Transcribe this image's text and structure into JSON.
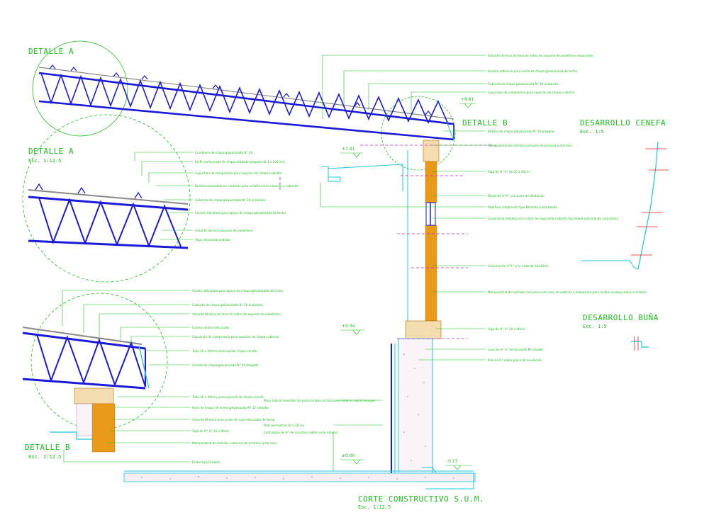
{
  "titles": {
    "detalle_a_top": "DETALLE A",
    "detalle_a_mid": "DETALLE A",
    "detalle_a_mid_scale": "Esc. 1:12.5",
    "detalle_b_left": "DETALLE B",
    "detalle_b_left_scale": "Esc. 1:12.5",
    "detalle_b_right": "DETALLE B",
    "desarrollo_cenefa": "DESARROLLO CENEFA",
    "desarrollo_cenefa_scale": "Esc. 1:5",
    "desarrollo_buna": "DESARROLLO BUÑA",
    "desarrollo_buna_scale": "Esc. 1:5",
    "corte": "CORTE CONSTRUCTIVO S.U.M.",
    "corte_scale": "Esc. 1:12.5"
  },
  "levels": {
    "l1": "+8.81",
    "l2": "+7.41",
    "l3": "+5.34",
    "l4": "±0.00",
    "l5": "-0.17"
  },
  "notes_main": [
    "Aislante térmico de lana de vidrio de espuma de polietileno expandido",
    "Burlete adhesivo para unión de chapa galvanizada de techo",
    "Cubierta de chapa galvanizada N° 26 ondulada",
    "Capuchón de compresión para sujeción de chapa cubierta",
    "Babeta de chapa galvanizada N° 20 plegada",
    "Mampostería de ladrillos comunes de primera junta rasa",
    "Viga de H° A° de 20 x 40cm",
    "Dintel de H°A° con junta de dilatación",
    "Abertura compuesta tipo Batiente junto banda",
    "Carpintería metálica con vidrio de seguridad cubierta tipo doble aplicado de carpintería",
    "Columna de H°A° s/ la vista de 30x30cm",
    "Mampostería de ladrillos comunes junta rasa en exterior a elaborarse para recibir revoque sobre el interior",
    "Viga de H° A° 20 x 40cm",
    "Losa de H° A° terminación Nº alisado",
    "Piso de H° sobre placa de nivelación"
  ],
  "notes_a": [
    "Cumbrera de chapa galvanizada N° 20",
    "Perfil conformado de chapa doblada plegada de 3 x 100 mm",
    "Capuchón de compresión para sujeción de chapa cubierta",
    "Burlete expandido en contacto para sellado entre cubierta y cabriada",
    "Cubierta de chapa galvanizada N° 26 ondulada",
    "Correa reticulada para apoyo de chapa galvanizada de techo",
    "Aislante térmico espuma de polietileno",
    "Viga reticulada soldada"
  ],
  "notes_b": [
    "Correa reticulada para apoyo de chapa galvanizada de techo",
    "Cubierta de chapa galvanizada N° 26 ondulada",
    "Aislante térmico de lana de vidrio de espuma de polietileno",
    "Correa central reticulada",
    "Capuchón de compresión para sujeción de chapa cubierta",
    "Tubo 20 x 40mm para sujetar chapa cenefa",
    "Cenefa de chapa galvanizada N° 24 plegada",
    "Tubo 20 x 40mm para sujeción de chapa cenefa",
    "Base de chapa de acero galvanizado N° 12 soldada",
    "Aislante térmico para unión de viga reticulada de techo",
    "Viga de H° A° 20 x 40cm",
    "Mampostería de ladrillos comunes de primera junta rasa",
    "Dintel tipo Durlock"
  ],
  "notes_bottom": [
    "Muro lateral revestido de pintura látex acrílica para exterior sobre revoque",
    "Pilar perimetral 30 x 30 cm",
    "Contrapiso de H° de cascotes sobre suelo natural"
  ]
}
